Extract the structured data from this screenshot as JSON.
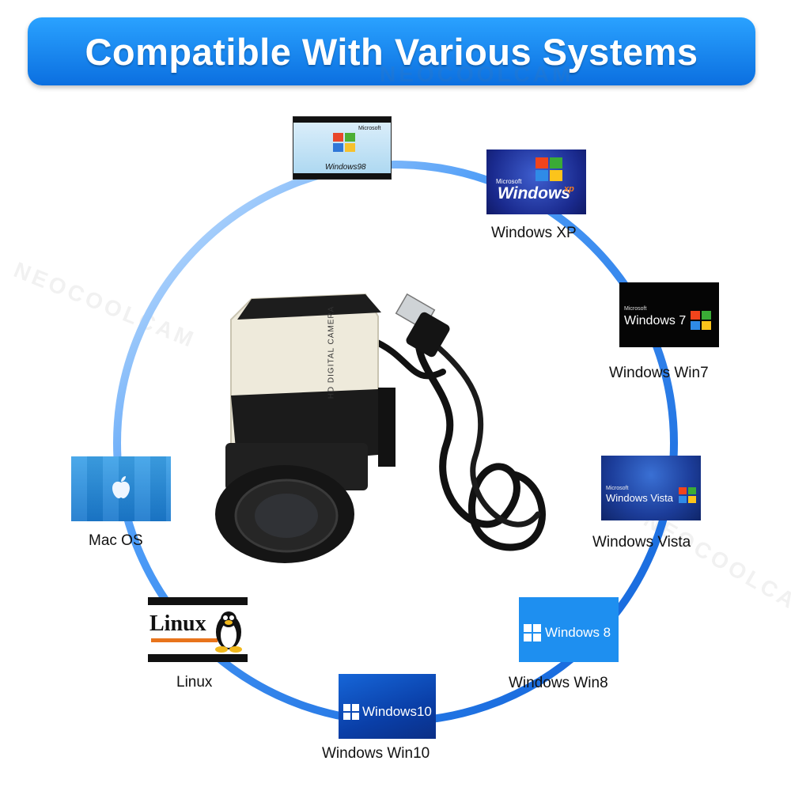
{
  "header": {
    "title": "Compatible With Various Systems"
  },
  "watermark": {
    "text": "NEOCOOLCAM"
  },
  "camera": {
    "body_text": "HD DIGITAL CAMERA"
  },
  "systems": [
    {
      "key": "win98",
      "label": "",
      "tile_brand": "Microsoft",
      "tile_text": "Windows98"
    },
    {
      "key": "winxp",
      "label": "Windows XP",
      "tile_brand": "Microsoft",
      "tile_text": "Windows",
      "tile_suffix": "xp"
    },
    {
      "key": "win7",
      "label": "Windows Win7",
      "tile_brand": "Microsoft",
      "tile_text": "Windows 7"
    },
    {
      "key": "vista",
      "label": "Windows Vista",
      "tile_brand": "Microsoft",
      "tile_text": "Windows Vista"
    },
    {
      "key": "win8",
      "label": "Windows Win8",
      "tile_text": "Windows 8"
    },
    {
      "key": "win10",
      "label": "Windows Win10",
      "tile_text": "Windows10"
    },
    {
      "key": "linux",
      "label": "Linux",
      "tile_text": "Linux"
    },
    {
      "key": "macos",
      "label": "Mac OS",
      "tile_text": ""
    }
  ],
  "colors": {
    "banner": "#1a8cf5",
    "ring": "#1b72e8",
    "win8_tile": "#1e8ff0"
  }
}
